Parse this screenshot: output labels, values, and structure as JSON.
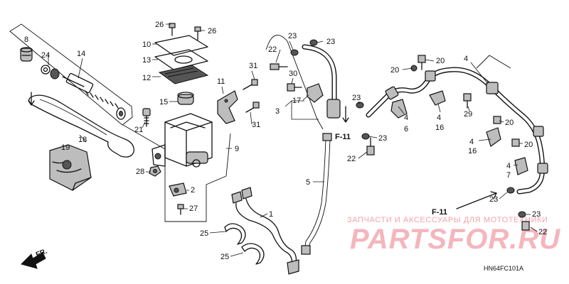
{
  "labels": {
    "l8": "8",
    "l24": "24",
    "l14": "14",
    "l18": "18",
    "l19": "19",
    "l21": "21",
    "l28": "28",
    "l26a": "26",
    "l26b": "26",
    "l10": "10",
    "l13": "13",
    "l12": "12",
    "l15": "15",
    "l11": "11",
    "l31a": "31",
    "l31b": "31",
    "l9": "9",
    "l2": "2",
    "l27": "27",
    "l1": "1",
    "l25a": "25",
    "l25b": "25",
    "l22a": "22",
    "l23a": "23",
    "l23b": "23",
    "l30": "30",
    "l17": "17",
    "l3": "3",
    "l5": "5",
    "l23c": "23",
    "l23d": "23",
    "l22b": "22",
    "l4a": "4",
    "l6": "6",
    "l20a": "20",
    "l20b": "20",
    "l4b": "4",
    "l16a": "16",
    "l29": "29",
    "l20c": "20",
    "l4c": "4",
    "l16b": "16",
    "l20d": "20",
    "l4d": "4",
    "l7": "7",
    "l23e": "23",
    "l23f": "23",
    "l22c": "22"
  },
  "refs": {
    "f11_top": "F-11",
    "f11_bottom": "F-11"
  },
  "direction": "FR.",
  "diagram_code": "HN64FC101A",
  "watermark": {
    "caption": "ЗАПЧАСТИ И АКСЕССУАРЫ ДЛЯ МОТОТЕХНИКИ",
    "brand": "PARTSFOR.RU"
  },
  "colors": {
    "line": "#111111",
    "watermark": "#f4b6bd"
  }
}
